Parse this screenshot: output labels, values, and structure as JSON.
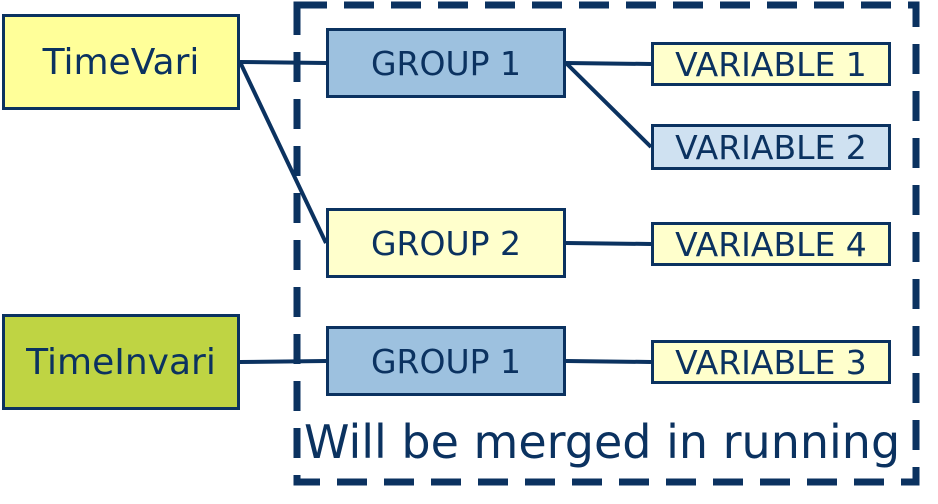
{
  "colors": {
    "stroke": "#0b3260",
    "light_yellow": "#ffffcc",
    "yellow": "#ffff99",
    "green": "#bfd443",
    "blue": "#9dc1df",
    "light_blue": "#cfe1f1"
  },
  "nodes": [
    {
      "id": "timevari",
      "label": "TimeVari",
      "fill": "yellow"
    },
    {
      "id": "timeinvari",
      "label": "TimeInvari",
      "fill": "green"
    },
    {
      "id": "group1a",
      "label": "GROUP 1",
      "fill": "blue"
    },
    {
      "id": "group2",
      "label": "GROUP 2",
      "fill": "light_yellow"
    },
    {
      "id": "group1b",
      "label": "GROUP 1",
      "fill": "blue"
    },
    {
      "id": "var1",
      "label": "VARIABLE 1",
      "fill": "light_yellow"
    },
    {
      "id": "var2",
      "label": "VARIABLE 2",
      "fill": "light_blue"
    },
    {
      "id": "var4",
      "label": "VARIABLE 4",
      "fill": "light_yellow"
    },
    {
      "id": "var3",
      "label": "VARIABLE 3",
      "fill": "light_yellow"
    }
  ],
  "edges": [
    {
      "from": "timevari",
      "to": "group1a"
    },
    {
      "from": "timevari",
      "to": "group2"
    },
    {
      "from": "timeinvari",
      "to": "group1b"
    },
    {
      "from": "group1a",
      "to": "var1"
    },
    {
      "from": "group1a",
      "to": "var2"
    },
    {
      "from": "group2",
      "to": "var4"
    },
    {
      "from": "group1b",
      "to": "var3"
    }
  ],
  "merge_region": {
    "label": "Will be merged in running",
    "style": "dashed"
  }
}
